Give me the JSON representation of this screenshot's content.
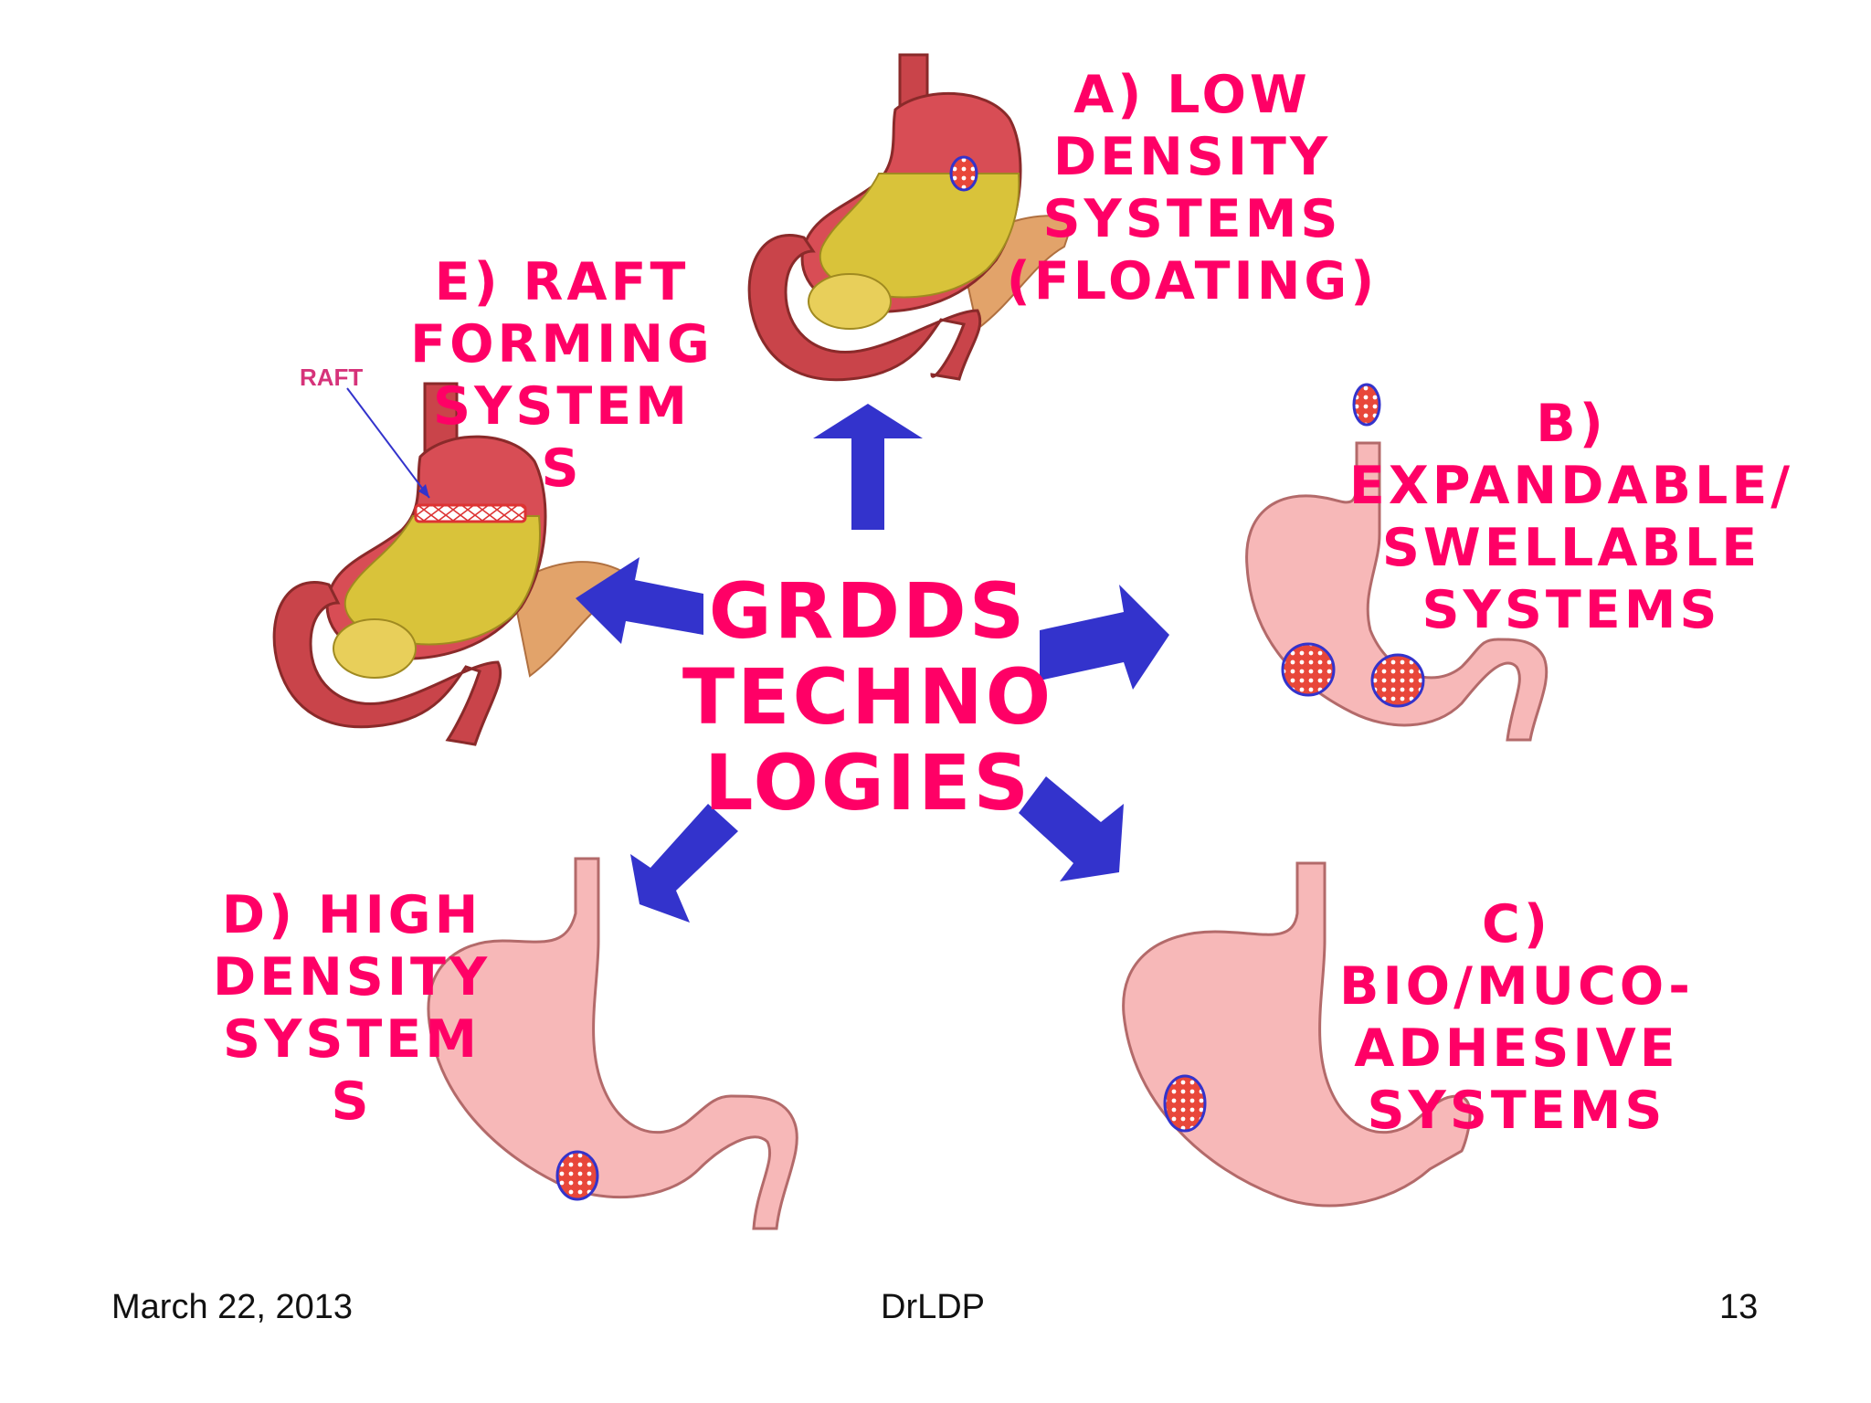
{
  "center": {
    "lines": [
      "GRDDS",
      "TECHNO",
      "LOGIES"
    ]
  },
  "systems": {
    "a": {
      "lines": [
        "A) LOW",
        "DENSITY",
        "SYSTEMS",
        "(FLOATING)"
      ]
    },
    "b": {
      "lines": [
        "B)",
        "EXPANDABLE/",
        "SWELLABLE",
        "SYSTEMS"
      ]
    },
    "c": {
      "lines": [
        "C)",
        "BIO/MUCO-",
        "ADHESIVE",
        "SYSTEMS"
      ]
    },
    "d": {
      "lines": [
        "D) HIGH",
        "DENSITY",
        "SYSTEM",
        "S"
      ]
    },
    "e": {
      "lines": [
        "E) RAFT",
        "FORMING",
        "SYSTEM",
        "S"
      ],
      "raft_tag": "RAFT"
    }
  },
  "footer": {
    "date": "March 22, 2013",
    "author": "DrLDP",
    "page": "13"
  },
  "colors": {
    "label": "#ff0066",
    "arrow": "#3333cc",
    "stomach_pink": "#f7b8b8",
    "stomach_outline": "#b36a6a",
    "gut_red": "#c9444a",
    "chyme_yellow": "#d9c33a",
    "pellet": "#e8473a"
  }
}
